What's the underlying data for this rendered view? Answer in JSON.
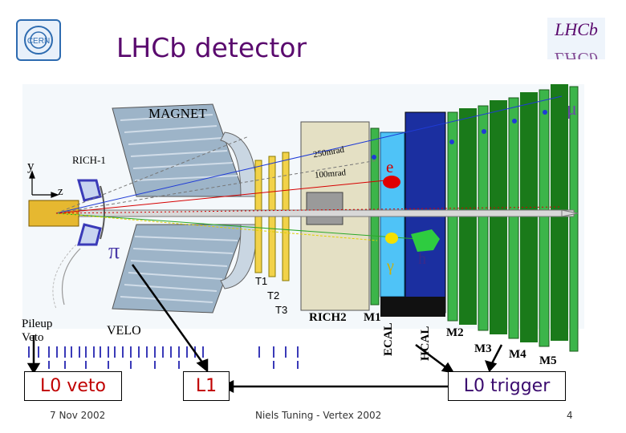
{
  "title": "LHCb detector",
  "labels": {
    "magnet": "MAGNET",
    "rich1": "RICH-1",
    "axis_y": "y",
    "axis_z": "z",
    "pi": "π",
    "mu": "μ",
    "e": "e",
    "h": "h",
    "gamma": "γ",
    "angle_250": "250mrad",
    "angle_100": "100mrad",
    "t1": "T1",
    "t2": "T2",
    "t3": "T3",
    "rich2": "RICH2",
    "m1": "M1",
    "ecal": "ECAL",
    "hcal": "HCAL",
    "m2": "M2",
    "m3": "M3",
    "m4": "M4",
    "m5": "M5",
    "pileup_veto": "Pileup\nVeto",
    "velo": "VELO"
  },
  "boxes": {
    "l0_veto": "L0 veto",
    "l1": "L1",
    "l0_trigger": "L0 trigger"
  },
  "footer": {
    "date": "7 Nov 2002",
    "author": "Niels Tuning - Vertex 2002",
    "page": "4"
  },
  "colors": {
    "title": "#5a0a6e",
    "trigger_text": "#c00000",
    "ecal": "#4fc3f7",
    "hcal": "#1b2fa0",
    "muon": "#1a7a1a",
    "muon_light": "#3cb54a"
  }
}
